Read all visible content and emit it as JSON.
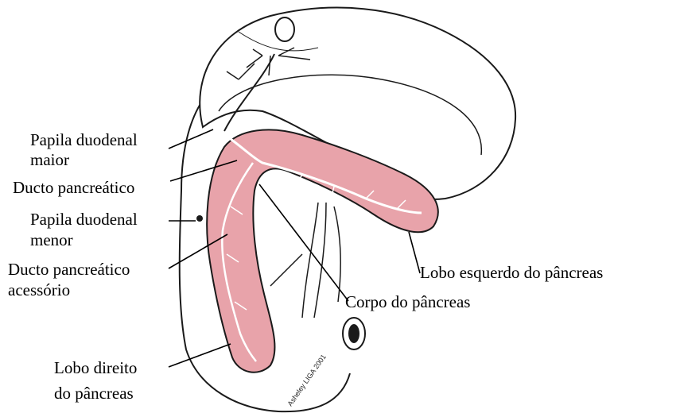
{
  "labels": {
    "papila_maior_l1": "Papila duodenal",
    "papila_maior_l2": "maior",
    "ducto_pancreatico": "Ducto pancreático",
    "papila_menor_l1": "Papila duodenal",
    "papila_menor_l2": "menor",
    "ducto_acessorio_l1": "Ducto pancreático",
    "ducto_acessorio_l2": "acessório",
    "lobo_direito_l1": "Lobo direito",
    "lobo_direito_l2": "do pâncreas",
    "lobo_esquerdo": "Lobo esquerdo do pâncreas",
    "corpo": "Corpo do pâncreas"
  },
  "signature": "Asheley LIGA 2001",
  "colors": {
    "pancreas_fill": "#e8a3aa",
    "outline": "#1a1a1a",
    "background": "#ffffff"
  }
}
